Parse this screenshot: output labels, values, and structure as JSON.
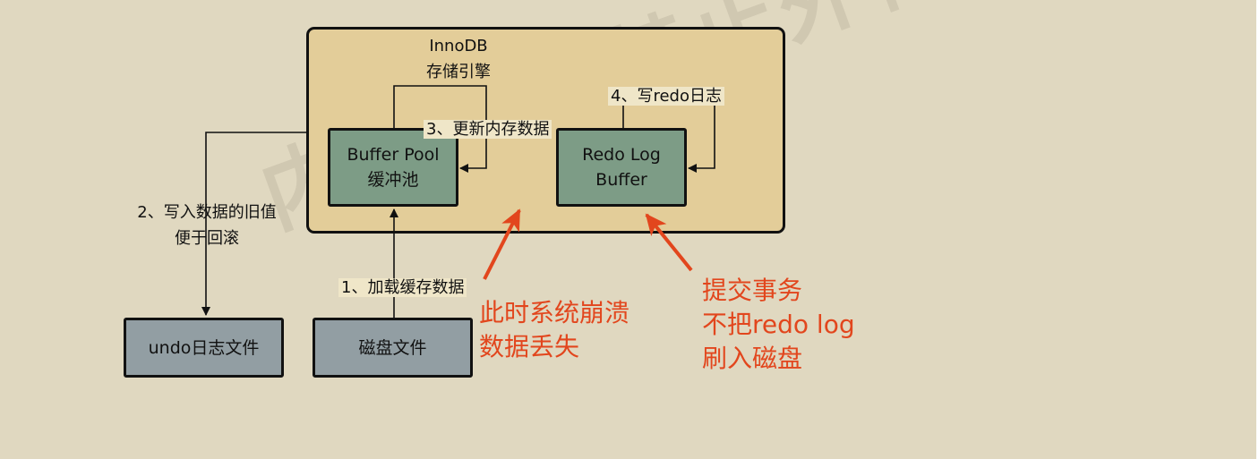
{
  "engine": {
    "title": "InnoDB",
    "subtitle": "存储引擎"
  },
  "boxes": {
    "buffer_pool": {
      "line1": "Buffer Pool",
      "line2": "缓冲池"
    },
    "redo_log_buffer": {
      "line1": "Redo Log",
      "line2": "Buffer"
    },
    "undo_file": {
      "label": "undo日志文件"
    },
    "disk_file": {
      "label": "磁盘文件"
    }
  },
  "steps": {
    "step1": "1、加载缓存数据",
    "step2_line1": "2、写入数据的旧值",
    "step2_line2": "便于回滚",
    "step3": "3、更新内存数据",
    "step4": "4、写redo日志"
  },
  "annotations": {
    "crash": {
      "line1": "此时系统崩溃",
      "line2": "数据丢失"
    },
    "commit": {
      "line1": "提交事务",
      "line2": "不把redo log",
      "line3": "刷入磁盘"
    }
  },
  "watermark": "内部资源禁止外传",
  "colors": {
    "background": "#e0d8c0",
    "engine_fill": "#e3cd99",
    "buffer_fill": "#7d9c86",
    "file_fill": "#929ea3",
    "annotation": "#e2461d"
  }
}
